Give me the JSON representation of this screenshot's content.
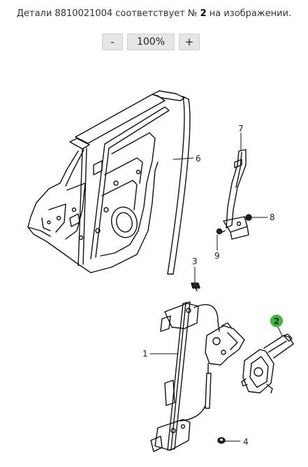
{
  "caption": {
    "prefix": "Детали 8810021004 соответствует № ",
    "number": "2",
    "suffix": " на изображении."
  },
  "zoom": {
    "minus_label": "-",
    "level": "100%",
    "plus_label": "+"
  },
  "callouts": [
    {
      "id": "1",
      "text": "1",
      "highlighted": false
    },
    {
      "id": "2",
      "text": "2",
      "highlighted": true
    },
    {
      "id": "3",
      "text": "3",
      "highlighted": false
    },
    {
      "id": "4",
      "text": "4",
      "highlighted": false
    },
    {
      "id": "6",
      "text": "6",
      "highlighted": false
    },
    {
      "id": "7",
      "text": "7",
      "highlighted": false
    },
    {
      "id": "8",
      "text": "8",
      "highlighted": false
    },
    {
      "id": "9",
      "text": "9",
      "highlighted": false
    }
  ],
  "colors": {
    "highlight": "#3cb83c",
    "line": "#111111"
  }
}
